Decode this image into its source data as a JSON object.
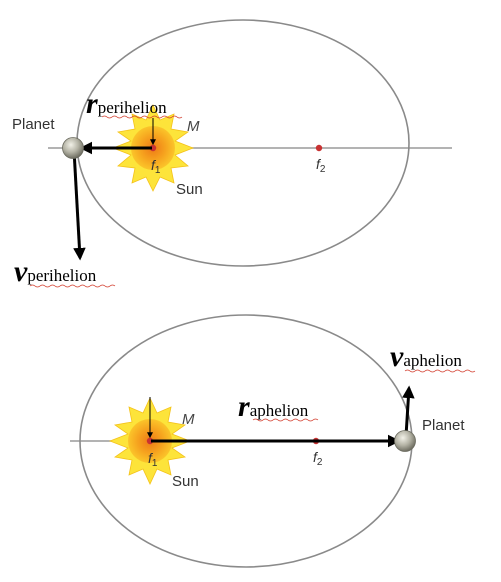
{
  "colors": {
    "orbit": "#8a8a8a",
    "axis": "#9a9a9a",
    "arrow": "#000000",
    "focus_dot": "#c83232",
    "sun_outer": "#fde43a",
    "sun_inner": "#f6a21e",
    "planet": "#a9a89a",
    "spellcheck_underline": "#d23a2a"
  },
  "top_diagram": {
    "planet_label": "Planet",
    "sun_label": "Sun",
    "mass_label": "M",
    "focus1": {
      "letter": "f",
      "sub": "1"
    },
    "focus2": {
      "letter": "f",
      "sub": "2"
    },
    "r_vector": {
      "symbol": "r",
      "sub": "perihelion"
    },
    "v_vector": {
      "symbol": "v",
      "sub": "perihelion"
    }
  },
  "bottom_diagram": {
    "planet_label": "Planet",
    "sun_label": "Sun",
    "mass_label": "M",
    "focus1": {
      "letter": "f",
      "sub": "1"
    },
    "focus2": {
      "letter": "f",
      "sub": "2"
    },
    "r_vector": {
      "symbol": "r",
      "sub": "aphelion"
    },
    "v_vector": {
      "symbol": "v",
      "sub": "aphelion"
    }
  }
}
